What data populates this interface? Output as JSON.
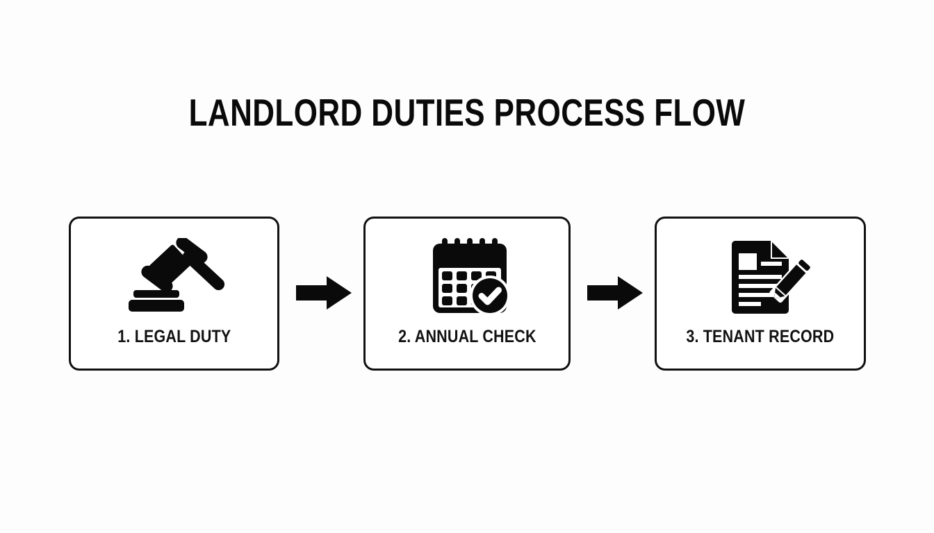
{
  "page": {
    "title": "LANDLORD DUTIES PROCESS FLOW",
    "background_color": "#fdfdfd",
    "ink_color": "#111111"
  },
  "flow": {
    "orientation": "horizontal",
    "steps": [
      {
        "number": "1",
        "label": "1. LEGAL DUTY",
        "icon": "gavel-icon"
      },
      {
        "number": "2",
        "label": "2. ANNUAL CHECK",
        "icon": "calendar-check-icon"
      },
      {
        "number": "3",
        "label": "3. TENANT RECORD",
        "icon": "document-pencil-icon"
      }
    ],
    "connectors": [
      {
        "icon": "arrow-right-icon",
        "from": "1. LEGAL DUTY",
        "to": "2. ANNUAL CHECK"
      },
      {
        "icon": "arrow-right-icon",
        "from": "2. ANNUAL CHECK",
        "to": "3. TENANT RECORD"
      }
    ]
  }
}
